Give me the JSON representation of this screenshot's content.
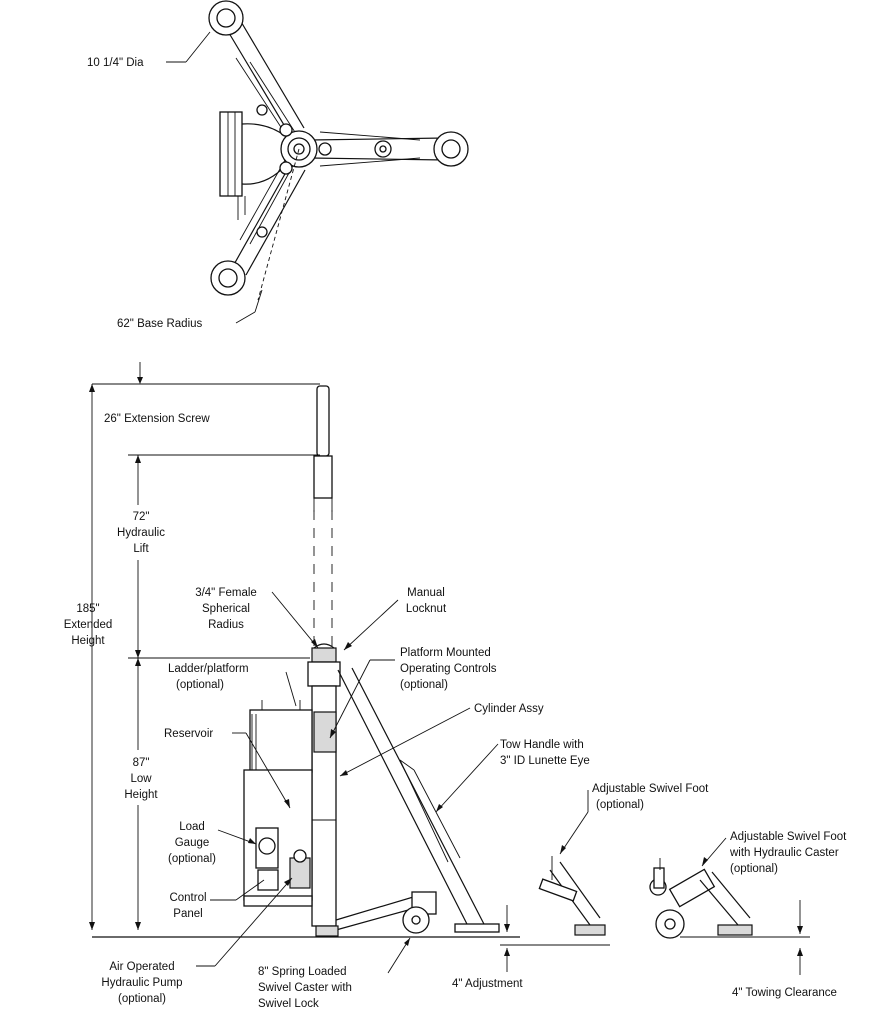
{
  "labels": {
    "wheel_dia": "10 1/4\" Dia",
    "base_radius": "62\" Base Radius",
    "extension_screw": "26\" Extension Screw",
    "hydraulic_lift": [
      "72\"",
      "Hydraulic",
      "Lift"
    ],
    "extended_height": [
      "185\"",
      "Extended",
      "Height"
    ],
    "low_height": [
      "87\"",
      "Low",
      "Height"
    ],
    "female_spherical": [
      "3/4\" Female",
      "Spherical",
      "Radius"
    ],
    "manual_locknut": [
      "Manual",
      "Locknut"
    ],
    "platform_controls": [
      "Platform Mounted",
      "Operating Controls",
      "(optional)"
    ],
    "ladder_platform": [
      "Ladder/platform",
      "(optional)"
    ],
    "cylinder_assy": "Cylinder Assy",
    "reservoir": "Reservoir",
    "tow_handle": [
      "Tow Handle with",
      "3\" ID Lunette Eye"
    ],
    "swivel_foot": [
      "Adjustable Swivel Foot",
      "(optional)"
    ],
    "swivel_foot_caster": [
      "Adjustable Swivel Foot",
      "with Hydraulic Caster",
      "(optional)"
    ],
    "load_gauge": [
      "Load",
      "Gauge",
      "(optional)"
    ],
    "control_panel": [
      "Control",
      "Panel"
    ],
    "air_pump": [
      "Air Operated",
      "Hydraulic Pump",
      "(optional)"
    ],
    "spring_caster": [
      "8\" Spring Loaded",
      "Swivel Caster with",
      "Swivel Lock"
    ],
    "adjustment": "4\" Adjustment",
    "towing_clearance": "4\" Towing Clearance"
  }
}
